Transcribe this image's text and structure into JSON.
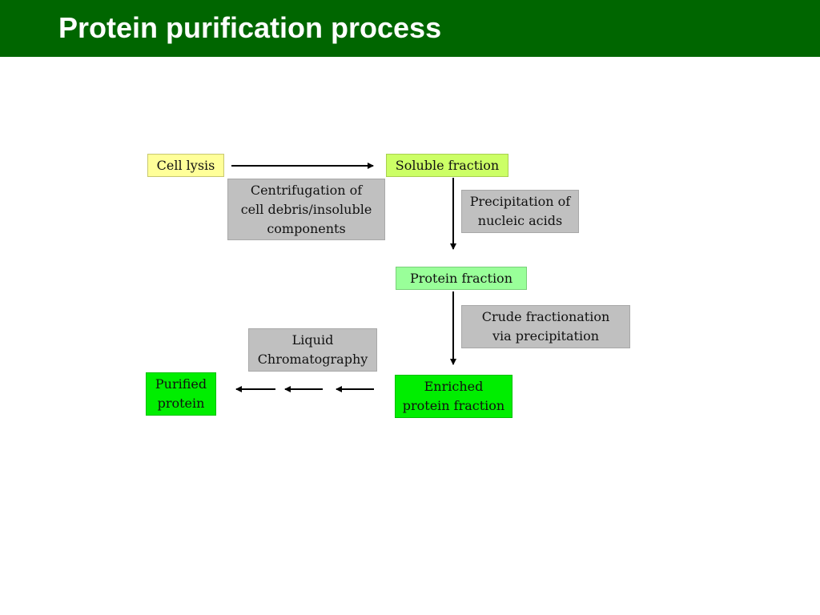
{
  "header": {
    "title": "Protein purification process",
    "background_color": "#006600",
    "title_color": "#ffffff"
  },
  "diagram": {
    "nodes": {
      "cell_lysis": "Cell lysis",
      "soluble_fraction": "Soluble fraction",
      "protein_fraction": "Protein fraction",
      "enriched_fraction": "Enriched\nprotein fraction",
      "purified_protein": "Purified\nprotein"
    },
    "steps": {
      "centrifugation": "Centrifugation of\ncell debris/insoluble\ncomponents",
      "precipitation_nucleic": "Precipitation of\nnucleic acids",
      "crude_fractionation": "Crude fractionation\nvia precipitation",
      "liquid_chromatography": "Liquid\nChromatography"
    },
    "colors": {
      "cell_lysis": "#ffff99",
      "soluble_fraction": "#ccff66",
      "protein_fraction": "#99ff99",
      "enriched_fraction": "#00ee00",
      "purified_protein": "#00ee00",
      "step_box": "#c0c0c0"
    }
  }
}
